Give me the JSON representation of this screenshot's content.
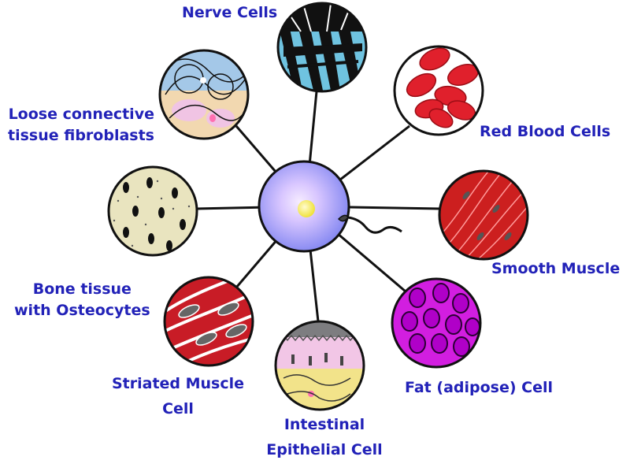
{
  "labels": {
    "nerve": "Nerve Cells",
    "loose_line1": "Loose connective",
    "loose_line2": "tissue fibroblasts",
    "rbc": "Red Blood Cells",
    "smooth": "Smooth Muscle",
    "bone_line1": "Bone tissue",
    "bone_line2": "with Osteocytes",
    "striated_line1": "Striated Muscle",
    "striated_line2": "Cell",
    "intestinal_line1": "Intestinal",
    "intestinal_line2": "Epithelial Cell",
    "fat": "Fat (adipose) Cell"
  },
  "icons": {
    "stem_cell": "stem-cell-icon",
    "nerve": "nerve-cells-icon",
    "rbc": "red-blood-cells-icon",
    "smooth": "smooth-muscle-icon",
    "fat": "fat-cell-icon",
    "intestinal": "intestinal-epithelial-icon",
    "striated": "striated-muscle-icon",
    "bone": "bone-tissue-icon",
    "loose": "loose-connective-tissue-icon"
  },
  "colors": {
    "label_text": "#2222b8",
    "connector": "#111111",
    "stem_cell": "#9a9cf2",
    "nucleus": "#f7f04a",
    "nerve_fill": "#6fc3e0",
    "rbc_fill": "#e0202c",
    "smooth_fill": "#cc1f1f",
    "fat_fill": "#d21ee0",
    "intestinal_fill": "#f2e38a",
    "striated_fill": "#c81c26",
    "bone_fill": "#e9e4bf",
    "loose_fill": "#f2d8b0"
  }
}
